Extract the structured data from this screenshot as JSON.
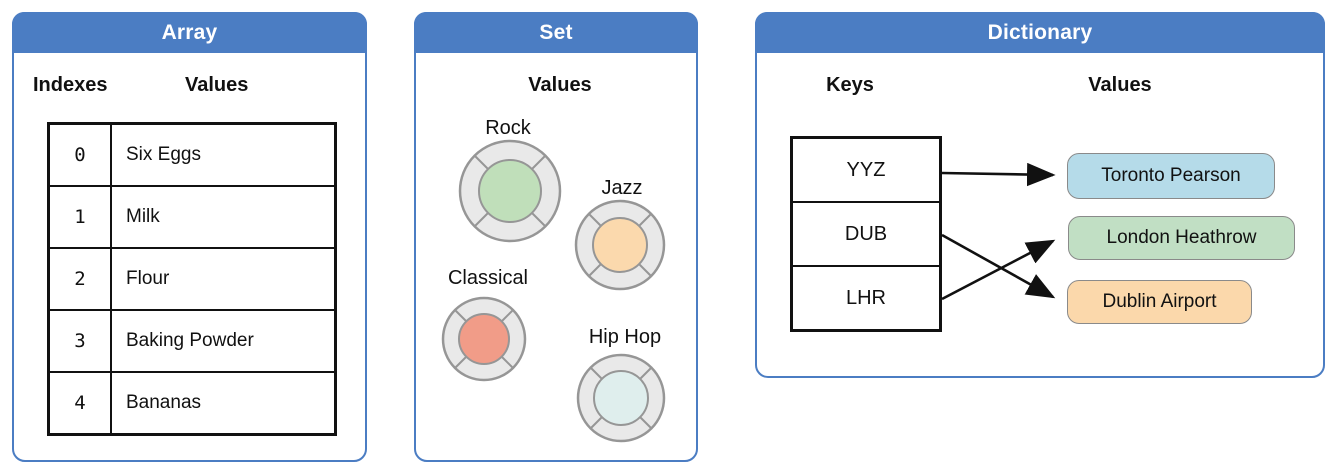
{
  "panels": {
    "array": {
      "title": "Array",
      "columns": {
        "indexes": "Indexes",
        "values": "Values"
      },
      "rows": [
        {
          "index": "0",
          "value": "Six Eggs"
        },
        {
          "index": "1",
          "value": "Milk"
        },
        {
          "index": "2",
          "value": "Flour"
        },
        {
          "index": "3",
          "value": "Baking Powder"
        },
        {
          "index": "4",
          "value": "Bananas"
        }
      ]
    },
    "set": {
      "title": "Set",
      "column": "Values",
      "items": [
        {
          "label": "Rock",
          "color": "#c0dfba"
        },
        {
          "label": "Jazz",
          "color": "#fbd9ad"
        },
        {
          "label": "Classical",
          "color": "#f19c88"
        },
        {
          "label": "Hip Hop",
          "color": "#dfeeed"
        }
      ]
    },
    "dictionary": {
      "title": "Dictionary",
      "columns": {
        "keys": "Keys",
        "values": "Values"
      },
      "keys": [
        "YYZ",
        "DUB",
        "LHR"
      ],
      "values": [
        {
          "label": "Toronto Pearson",
          "color": "#b5dbe9"
        },
        {
          "label": "London Heathrow",
          "color": "#c1dfc4"
        },
        {
          "label": "Dublin Airport",
          "color": "#fbd8ab"
        }
      ],
      "mappings": [
        {
          "from": "YYZ",
          "to": "Toronto Pearson"
        },
        {
          "from": "DUB",
          "to": "Dublin Airport"
        },
        {
          "from": "LHR",
          "to": "London Heathrow"
        }
      ]
    }
  },
  "colors": {
    "header_blue": "#4b7dc3",
    "ring_fill": "#e9e9e9",
    "ring_stroke": "#969696",
    "line_black": "#111111"
  }
}
